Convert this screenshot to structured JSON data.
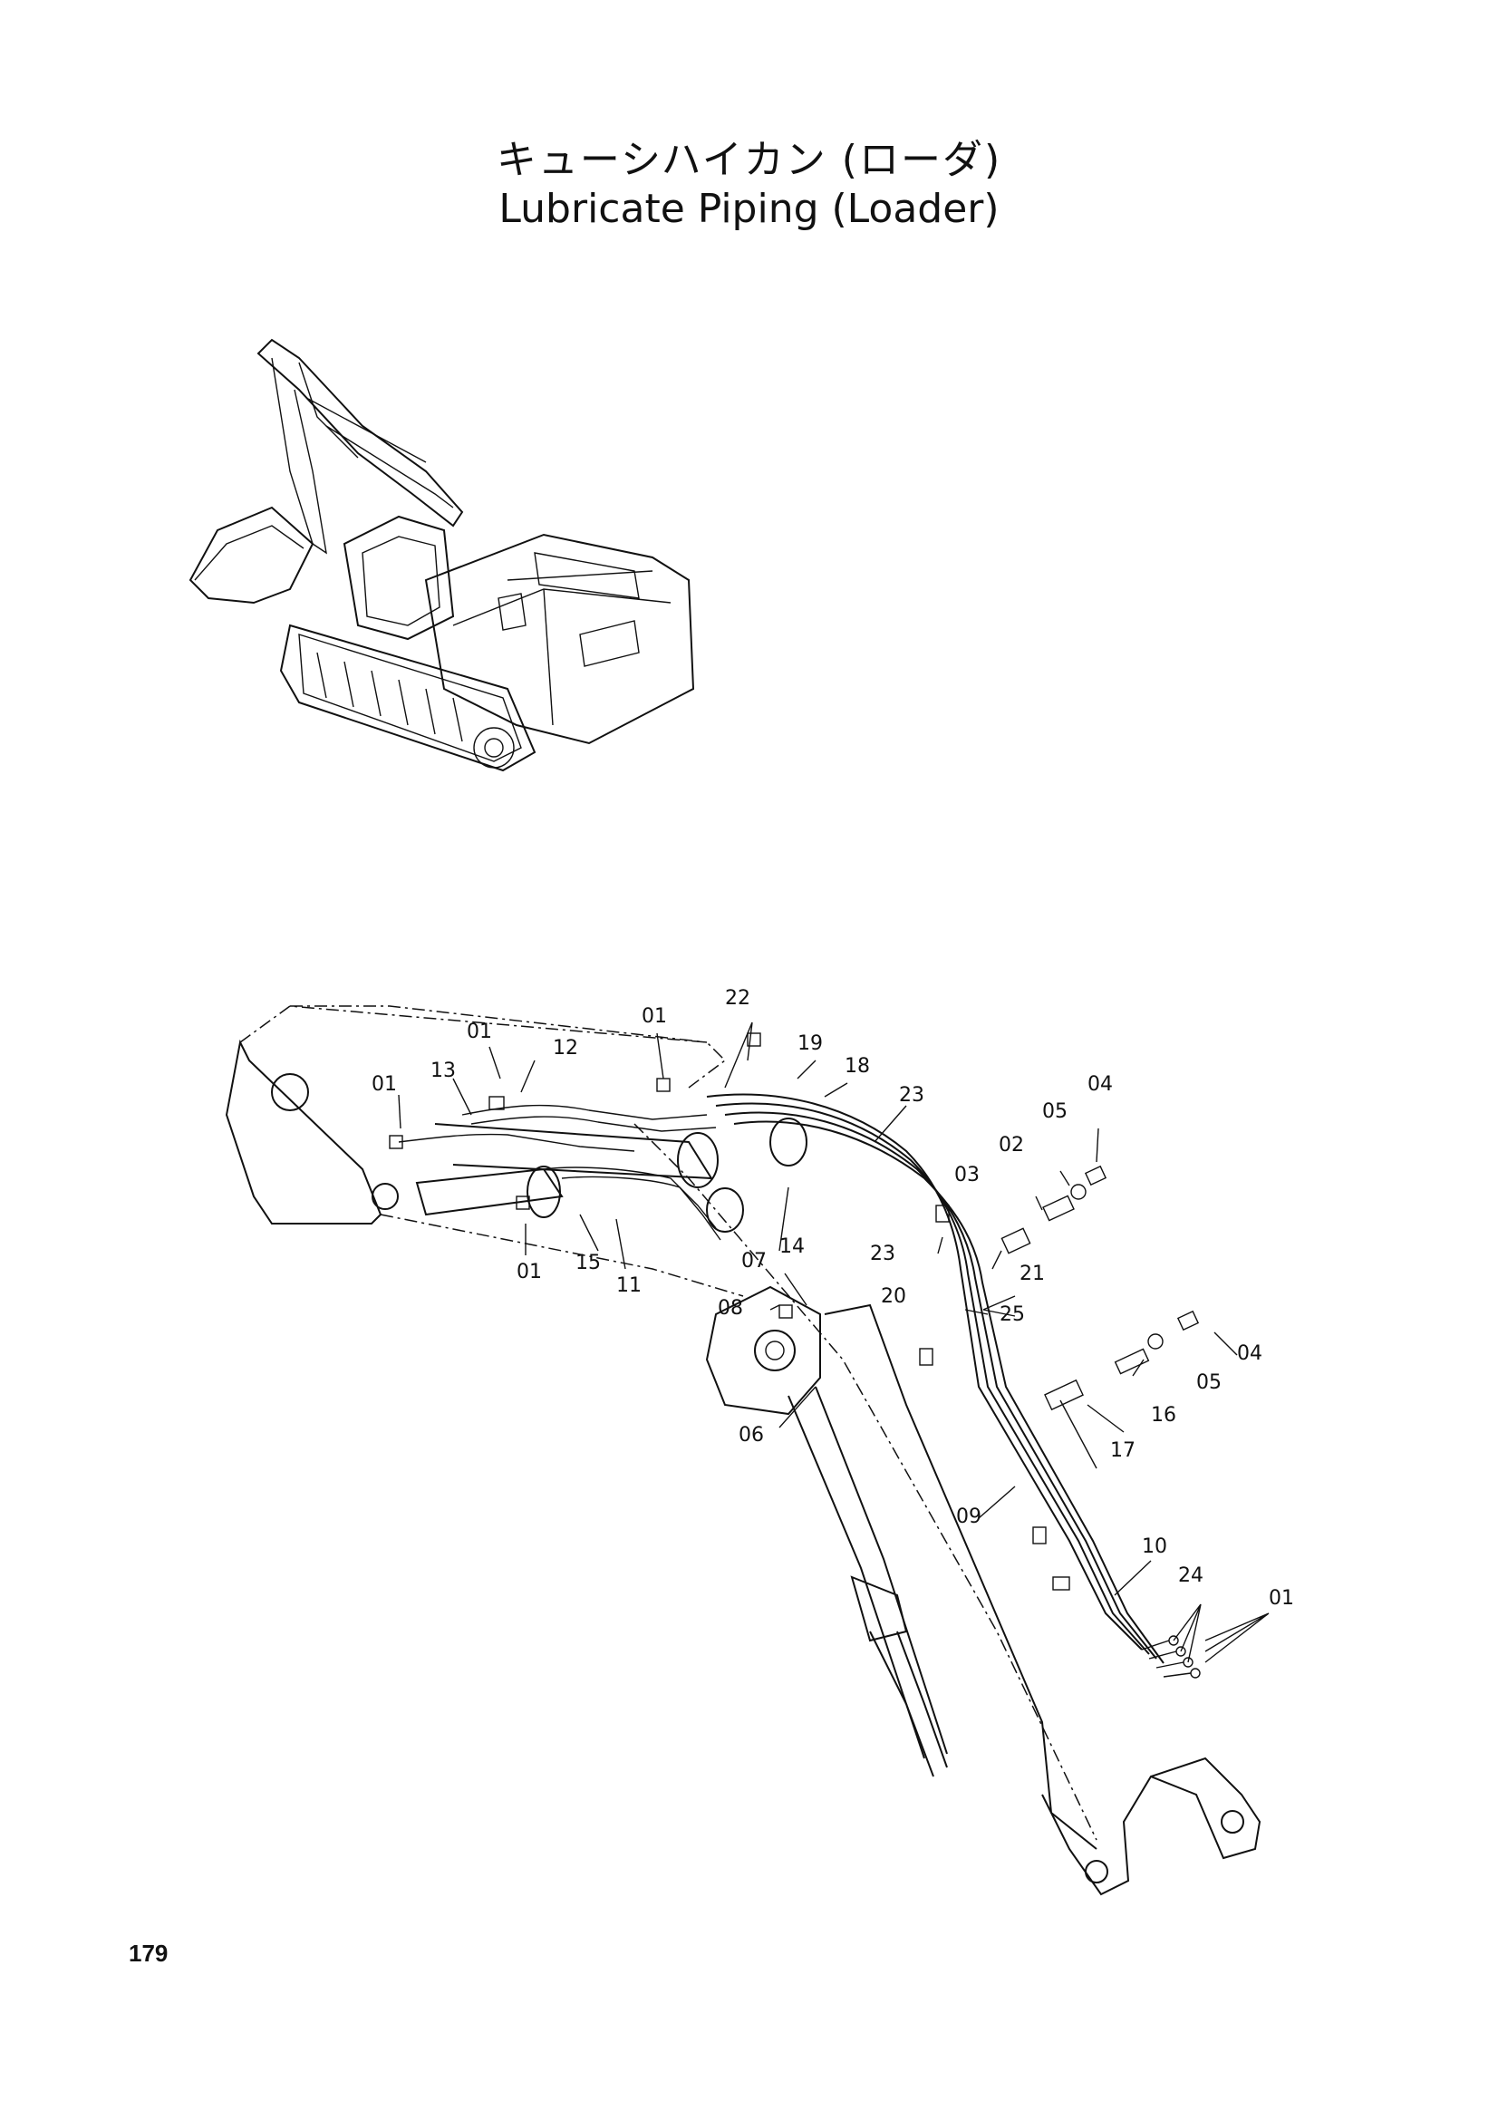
{
  "title_jp": "キューシハイカン (ローダ)",
  "title_en": "Lubricate Piping (Loader)",
  "page_number": "179",
  "callouts": [
    {
      "id": "c01a",
      "text": "01"
    },
    {
      "id": "c01b",
      "text": "01"
    },
    {
      "id": "c01c",
      "text": "01"
    },
    {
      "id": "c01d",
      "text": "01"
    },
    {
      "id": "c01e",
      "text": "01"
    },
    {
      "id": "c02",
      "text": "02"
    },
    {
      "id": "c03",
      "text": "03"
    },
    {
      "id": "c04a",
      "text": "04"
    },
    {
      "id": "c04b",
      "text": "04"
    },
    {
      "id": "c05a",
      "text": "05"
    },
    {
      "id": "c05b",
      "text": "05"
    },
    {
      "id": "c06",
      "text": "06"
    },
    {
      "id": "c07",
      "text": "07"
    },
    {
      "id": "c08",
      "text": "08"
    },
    {
      "id": "c09",
      "text": "09"
    },
    {
      "id": "c10",
      "text": "10"
    },
    {
      "id": "c11",
      "text": "11"
    },
    {
      "id": "c12",
      "text": "12"
    },
    {
      "id": "c13",
      "text": "13"
    },
    {
      "id": "c14",
      "text": "14"
    },
    {
      "id": "c15",
      "text": "15"
    },
    {
      "id": "c16",
      "text": "16"
    },
    {
      "id": "c17",
      "text": "17"
    },
    {
      "id": "c18",
      "text": "18"
    },
    {
      "id": "c19",
      "text": "19"
    },
    {
      "id": "c20",
      "text": "20"
    },
    {
      "id": "c21",
      "text": "21"
    },
    {
      "id": "c22",
      "text": "22"
    },
    {
      "id": "c23a",
      "text": "23"
    },
    {
      "id": "c23b",
      "text": "23"
    },
    {
      "id": "c24",
      "text": "24"
    },
    {
      "id": "c25",
      "text": "25"
    }
  ]
}
